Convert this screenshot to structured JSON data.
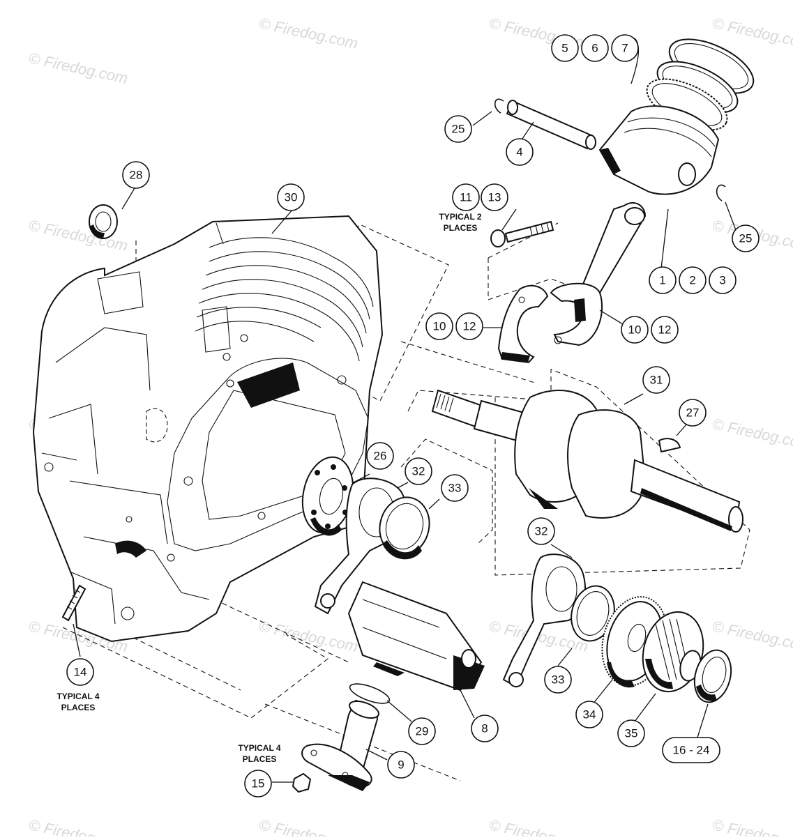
{
  "watermarks": [
    "© Firedog.com"
  ],
  "callouts": [
    {
      "id": "c5",
      "label": "5"
    },
    {
      "id": "c6",
      "label": "6"
    },
    {
      "id": "c7",
      "label": "7"
    },
    {
      "id": "c25a",
      "label": "25"
    },
    {
      "id": "c4",
      "label": "4"
    },
    {
      "id": "c28",
      "label": "28"
    },
    {
      "id": "c30",
      "label": "30"
    },
    {
      "id": "c11",
      "label": "11"
    },
    {
      "id": "c13",
      "label": "13"
    },
    {
      "id": "c25b",
      "label": "25"
    },
    {
      "id": "c1",
      "label": "1"
    },
    {
      "id": "c2",
      "label": "2"
    },
    {
      "id": "c3",
      "label": "3"
    },
    {
      "id": "c10a",
      "label": "10"
    },
    {
      "id": "c12a",
      "label": "12"
    },
    {
      "id": "c10b",
      "label": "10"
    },
    {
      "id": "c12b",
      "label": "12"
    },
    {
      "id": "c31",
      "label": "31"
    },
    {
      "id": "c27",
      "label": "27"
    },
    {
      "id": "c26",
      "label": "26"
    },
    {
      "id": "c32a",
      "label": "32"
    },
    {
      "id": "c33a",
      "label": "33"
    },
    {
      "id": "c32b",
      "label": "32"
    },
    {
      "id": "c14",
      "label": "14"
    },
    {
      "id": "c29",
      "label": "29"
    },
    {
      "id": "c8",
      "label": "8"
    },
    {
      "id": "c33b",
      "label": "33"
    },
    {
      "id": "c34",
      "label": "34"
    },
    {
      "id": "c35",
      "label": "35"
    },
    {
      "id": "c9",
      "label": "9"
    },
    {
      "id": "c15",
      "label": "15"
    },
    {
      "id": "c1624",
      "label": "16 - 24"
    }
  ],
  "notes": {
    "typical2": [
      "TYPICAL 2",
      "PLACES"
    ],
    "typical4_left": [
      "TYPICAL 4",
      "PLACES"
    ],
    "typical4_bottom": [
      "TYPICAL 4",
      "PLACES"
    ]
  }
}
